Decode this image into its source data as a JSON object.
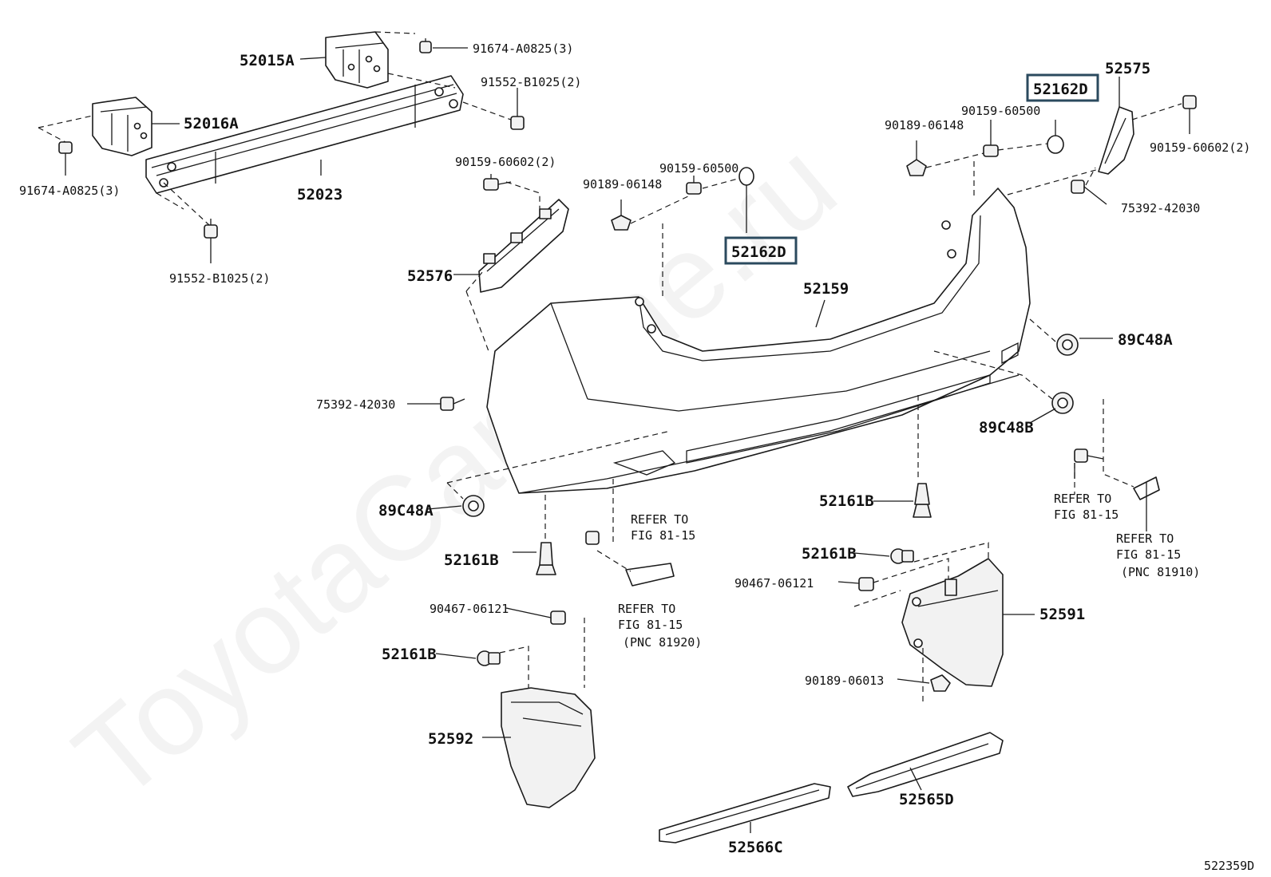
{
  "watermark": "ToyotaCarMine.ru",
  "figure_id": "522359D",
  "parts": {
    "p52015A": "52015A",
    "p91674_top": "91674-A0825(3)",
    "p91552_top": "91552-B1025(2)",
    "p52016A": "52016A",
    "p91674_left": "91674-A0825(3)",
    "p52023": "52023",
    "p91552_bot": "91552-B1025(2)",
    "p90159_60602_left": "90159-60602(2)",
    "p90159_60500_mid": "90159-60500",
    "p90189_06148_mid": "90189-06148",
    "p52162D_mid": "52162D",
    "p52576": "52576",
    "p52159": "52159",
    "p52162D_right": "52162D",
    "p52575": "52575",
    "p90159_60500_right": "90159-60500",
    "p90189_06148_right": "90189-06148",
    "p90159_60602_right": "90159-60602(2)",
    "p75392_right": "75392-42030",
    "p89C48A_right": "89C48A",
    "p75392_left": "75392-42030",
    "p89C48B": "89C48B",
    "p89C48A_left": "89C48A",
    "p52161B_center": "52161B",
    "p52161B_left": "52161B",
    "p52161B_right": "52161B",
    "p90467_left": "90467-06121",
    "p90467_right": "90467-06121",
    "p52161B_lower": "52161B",
    "p52591": "52591",
    "p52592": "52592",
    "p90189_06013": "90189-06013",
    "p52565D": "52565D",
    "p52566C": "52566C"
  },
  "refer": {
    "refer_to": "REFER TO",
    "fig": "FIG 81-15",
    "pnc_81920": "(PNC 81920)",
    "pnc_81910": "(PNC 81910)"
  }
}
